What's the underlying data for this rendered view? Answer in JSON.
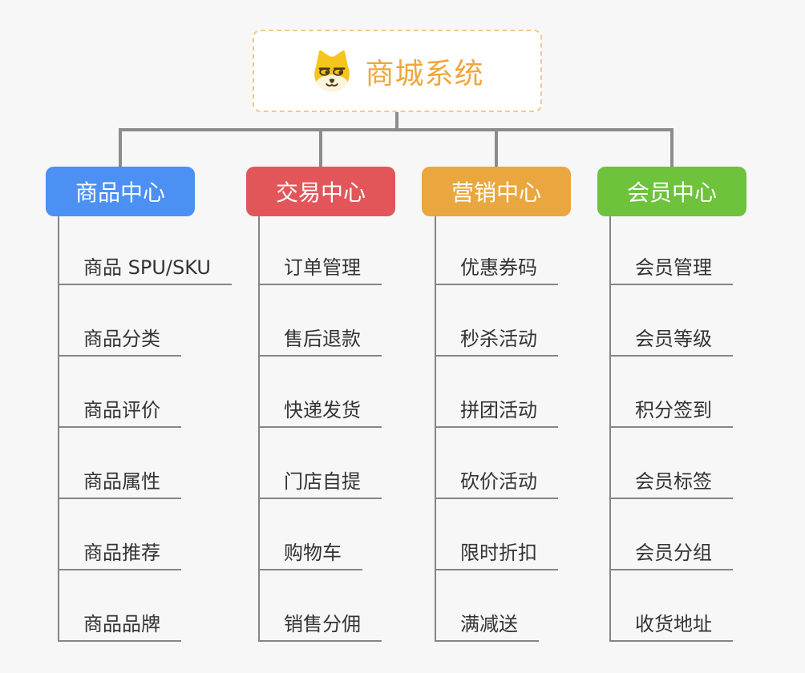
{
  "root": {
    "title": "商城系统",
    "icon": "doge-icon",
    "title_color": "#F0A63E",
    "border_color": "#F3CA8C"
  },
  "connector_color": "#8C8C8C",
  "line_color": "#858585",
  "branches": [
    {
      "label": "商品中心",
      "color": "#4B90F2",
      "items": [
        "商品 SPU/SKU",
        "商品分类",
        "商品评价",
        "商品属性",
        "商品推荐",
        "商品品牌"
      ]
    },
    {
      "label": "交易中心",
      "color": "#E25659",
      "items": [
        "订单管理",
        "售后退款",
        "快递发货",
        "门店自提",
        "购物车",
        "销售分佣"
      ]
    },
    {
      "label": "营销中心",
      "color": "#EAA73F",
      "items": [
        "优惠券码",
        "秒杀活动",
        "拼团活动",
        "砍价活动",
        "限时折扣",
        "满减送"
      ]
    },
    {
      "label": "会员中心",
      "color": "#6EC23C",
      "items": [
        "会员管理",
        "会员等级",
        "积分签到",
        "会员标签",
        "会员分组",
        "收货地址"
      ]
    }
  ]
}
